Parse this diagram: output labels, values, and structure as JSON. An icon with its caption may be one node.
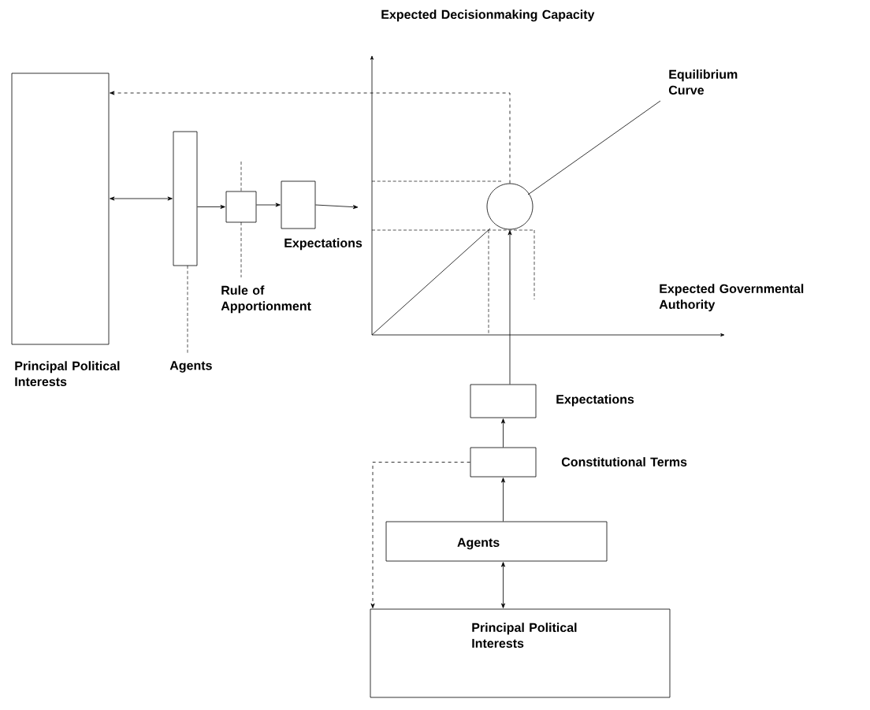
{
  "diagram": {
    "nodes": [
      {
        "text": [
          "Principal Political Interests"
        ]
      },
      {
        "text": [
          "Agents"
        ]
      },
      {
        "text": [
          "Rule of Apportionment"
        ]
      },
      {
        "text": [
          "Expectations"
        ]
      },
      {
        "text": [],
        "shape": "circle"
      },
      {
        "text": [
          "Expectations"
        ]
      },
      {
        "text": [
          "Constitutional Terms"
        ]
      },
      {
        "text": [
          "Agents"
        ]
      },
      {
        "text": [
          "Principal Political Interests"
        ]
      }
    ],
    "edges": [
      {
        "from": 0,
        "to": 1,
        "arrow": "both"
      },
      {
        "from": 1,
        "to": 2,
        "arrow": "to"
      },
      {
        "from": 2,
        "to": 3,
        "arrow": "to"
      },
      {
        "from": 3,
        "to": null,
        "arrow": "to"
      },
      {
        "from": 4,
        "to": 0,
        "arrow": "to",
        "style": "dashed"
      },
      {
        "from": 6,
        "to": 5,
        "arrow": "to"
      },
      {
        "from": 5,
        "to": 4,
        "arrow": "to"
      },
      {
        "from": 7,
        "to": 6,
        "arrow": "to"
      },
      {
        "from": 7,
        "to": 8,
        "arrow": "both"
      },
      {
        "from": 6,
        "to": 8,
        "arrow": "to",
        "style": "dashed"
      }
    ],
    "labels": [
      "Expected Decisionmaking Capacity",
      "Equilibrium Curve",
      "Expected Governmental Authority"
    ]
  }
}
